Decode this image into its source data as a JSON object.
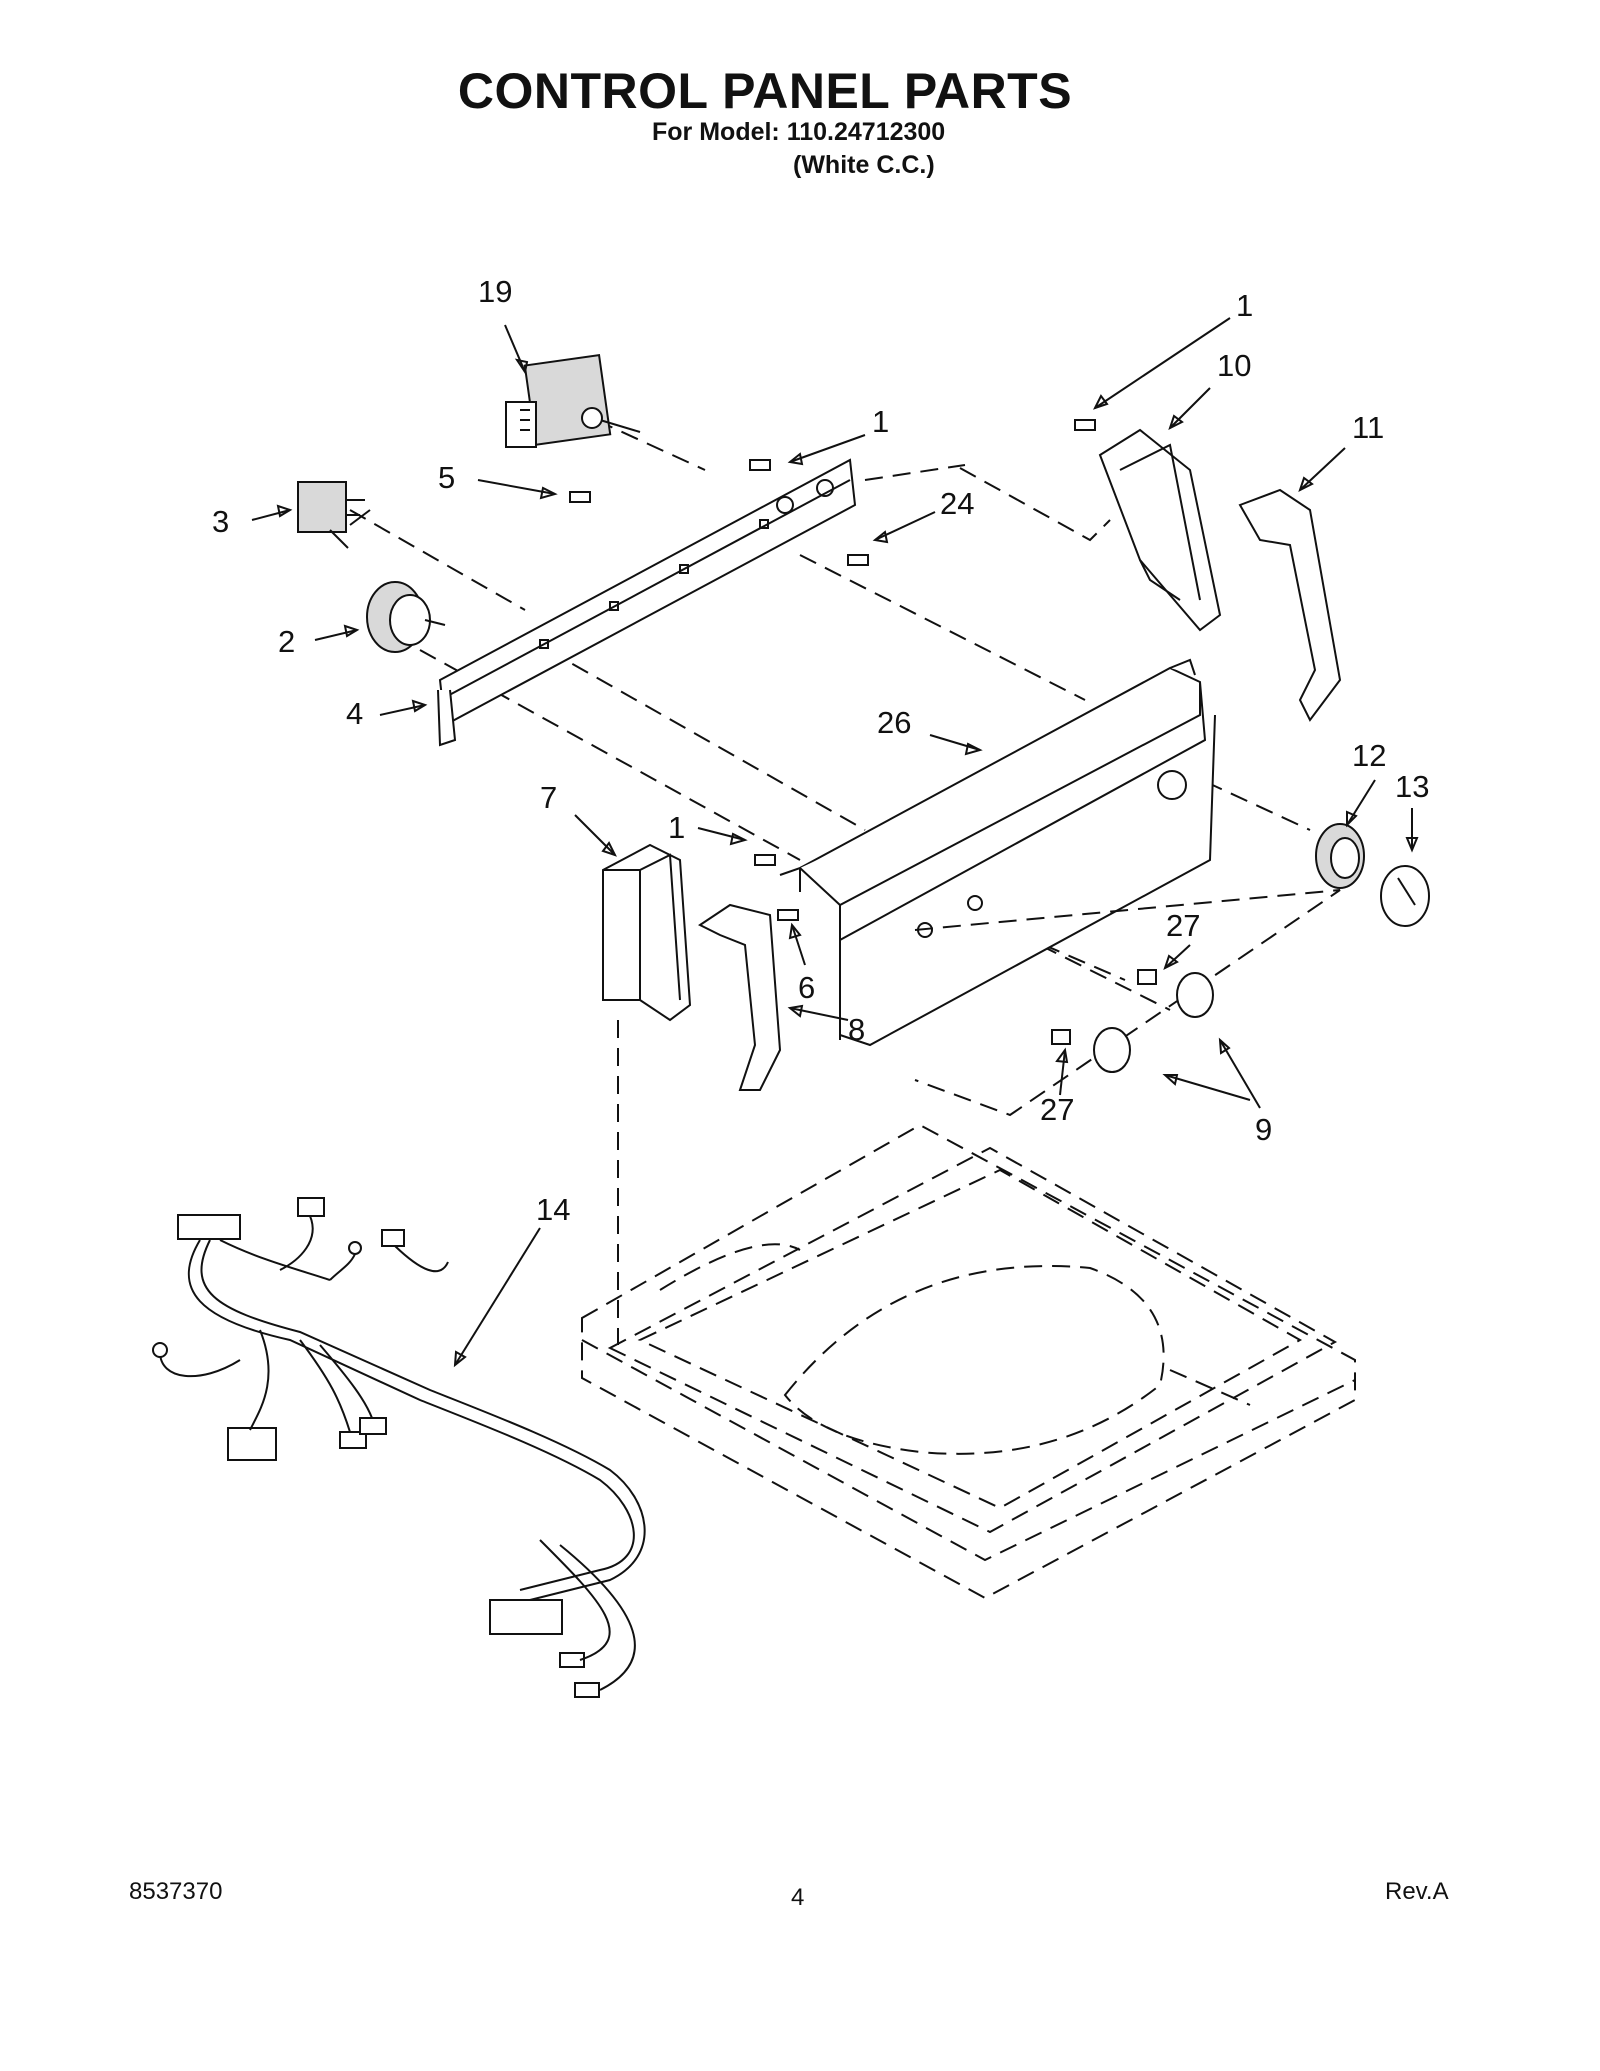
{
  "header": {
    "title": "CONTROL PANEL PARTS",
    "model_line": "For Model: 110.24712300",
    "variant_line": "(White C.C.)"
  },
  "footer": {
    "doc_number": "8537370",
    "page_number": "4",
    "revision": "Rev.A"
  },
  "callouts": {
    "c19": "19",
    "c1_top": "1",
    "c10": "10",
    "c11": "11",
    "c1_mid": "1",
    "c5": "5",
    "c24": "24",
    "c3": "3",
    "c2": "2",
    "c4": "4",
    "c26": "26",
    "c12": "12",
    "c13": "13",
    "c7": "7",
    "c1_low": "1",
    "c27_top": "27",
    "c6": "6",
    "c8": "8",
    "c27_bottom": "27",
    "c9": "9",
    "c14": "14"
  }
}
